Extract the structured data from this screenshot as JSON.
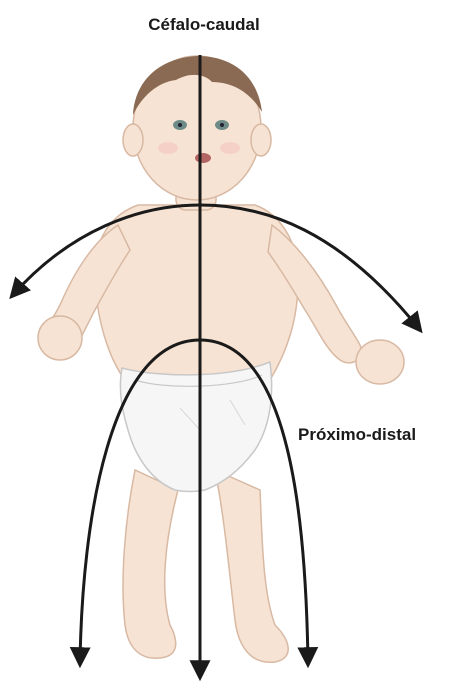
{
  "diagram": {
    "labels": {
      "cephalocaudal": "Céfalo-caudal",
      "proximodistal": "Próximo-distal"
    },
    "illustration": "baby-figure",
    "arrows": [
      "cephalocaudal-arrow",
      "shoulder-arc-arrow",
      "proximodistal-arc-arrow"
    ],
    "colors": {
      "skin": "#f7e3d3",
      "skin_outline": "#d8b9a3",
      "hair": "#8a6a52",
      "diaper": "#f6f6f6",
      "arrow": "#1a1a1a"
    }
  }
}
